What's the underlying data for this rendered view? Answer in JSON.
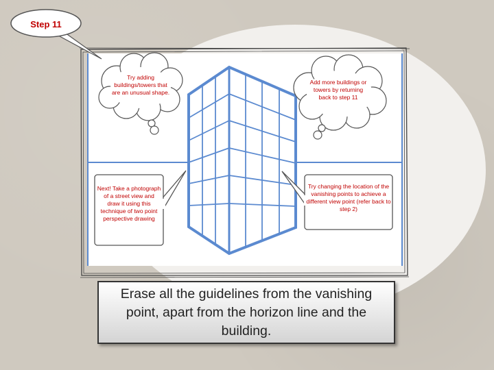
{
  "step": {
    "label": "Step 11"
  },
  "notes": {
    "top_left": "Try adding buildings/towers that are an unusual shape.",
    "top_right": "Add more buildings or towers by returning back to step 11",
    "bottom_left": "Next! Take a photograph of a street view and draw it using this technique of two point perspective drawing",
    "bottom_right": "Try changing the location of the vanishing points to achieve a different view point (refer back to step 2)"
  },
  "caption": {
    "text": "Erase all the guidelines from the vanishing point, apart from the horizon line and the building."
  },
  "colors": {
    "text_red": "#c00000",
    "line_blue": "#5b8ad0",
    "background": "#cfc9bf",
    "oval": "#f2f0ed"
  }
}
